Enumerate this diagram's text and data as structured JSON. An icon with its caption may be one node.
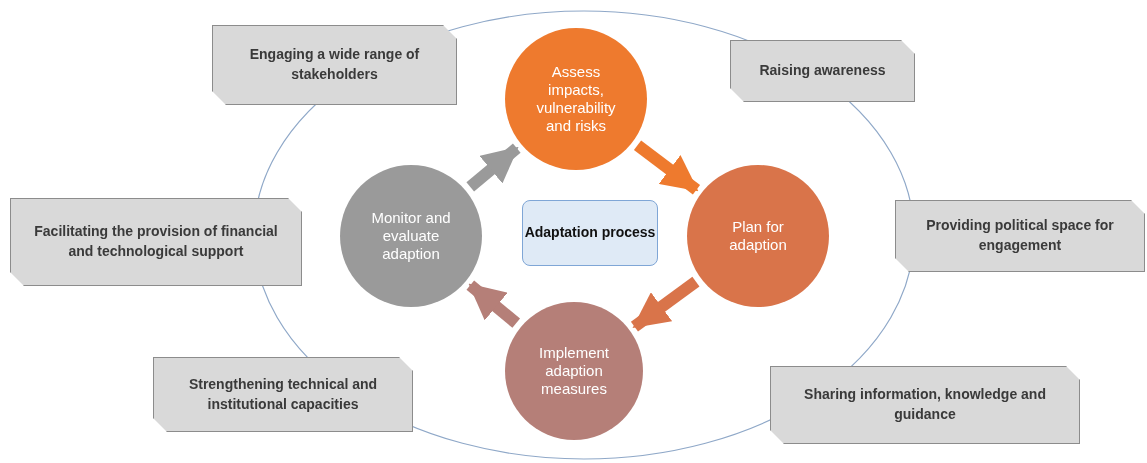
{
  "diagram": {
    "nodes": [
      {
        "text": [],
        "shape": "circle"
      },
      {
        "text": [
          "Assess impacts, vulnerability and risks"
        ],
        "in": 0
      },
      {
        "text": [
          "Plan for adaption"
        ],
        "in": 0
      },
      {
        "text": [
          "Implement adaption measures"
        ],
        "in": 0
      },
      {
        "text": [
          "Monitor and evaluate adaption"
        ],
        "in": 0
      },
      {
        "text": [
          "Adaptation process"
        ],
        "in": 0
      },
      {
        "text": [
          "Engaging a wide range of stakeholders"
        ]
      },
      {
        "text": [
          "Raising awareness"
        ]
      },
      {
        "text": [
          "Facilitating the provision of financial and technological support"
        ]
      },
      {
        "text": [
          "Providing  political space for engagement"
        ]
      },
      {
        "text": [
          "Strengthening technical and institutional capacities"
        ]
      },
      {
        "text": [
          "Sharing information, knowledge and guidance"
        ]
      }
    ],
    "edges": [
      {
        "from": 1,
        "to": 2,
        "arrow": "to",
        "color": "#ee7a2e"
      },
      {
        "from": 2,
        "to": 3,
        "arrow": "to",
        "color": "#d9744a"
      },
      {
        "from": 3,
        "to": 4,
        "arrow": "to",
        "color": "#b57f78"
      },
      {
        "from": 4,
        "to": 1,
        "arrow": "to",
        "color": "#9a9a9a"
      }
    ]
  }
}
